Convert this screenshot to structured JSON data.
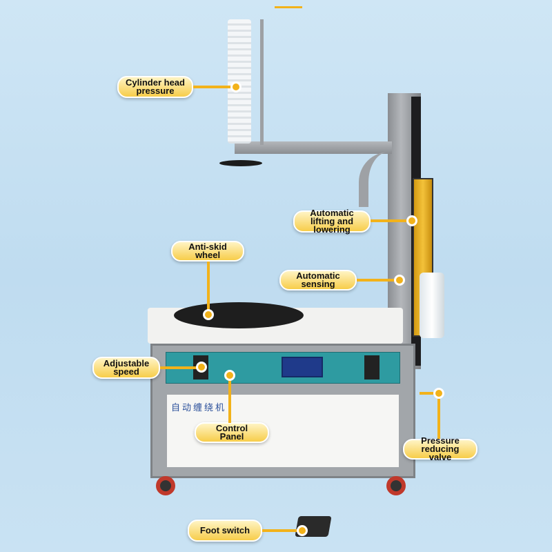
{
  "machine_branding": {
    "logo_text": "自动缠绕机",
    "logo_color": "#2a4f9a"
  },
  "colors": {
    "callout": "#f2b21a",
    "panel": "#2e9ba1",
    "frame": "#a2a6aa",
    "mast_yellow": "#e8b021"
  },
  "labels": {
    "cylinder_head": "Cylinder head pressure",
    "lifting": "Automatic lifting and lowering",
    "anti_skid": "Anti-skid wheel",
    "sensing": "Automatic sensing",
    "speed": "Adjustable speed",
    "control_panel": "Control Panel",
    "pressure_valve": "Pressure reducing valve",
    "foot_switch": "Foot switch"
  }
}
